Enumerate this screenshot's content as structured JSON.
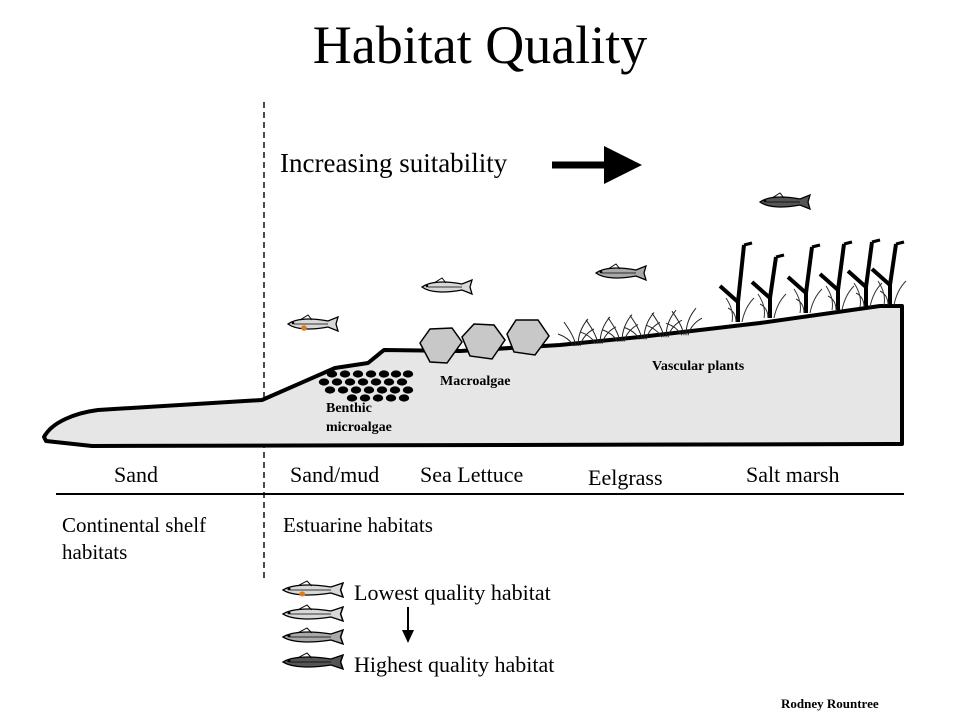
{
  "title": "Habitat Quality",
  "arrow_label": "Increasing suitability",
  "profile_labels": {
    "benthic": "Benthic microalgae",
    "macroalgae": "Macroalgae",
    "vascular": "Vascular plants"
  },
  "habitats": [
    "Sand",
    "Sand/mud",
    "Sea Lettuce",
    "Eelgrass",
    "Salt marsh"
  ],
  "zones": {
    "shelf": "Continental shelf habitats",
    "estuarine": "Estuarine habitats"
  },
  "legend": {
    "low": "Lowest quality habitat",
    "high": "Highest quality habitat",
    "levels": 4
  },
  "credit": "Rodney Rountree",
  "colors": {
    "seabed_fill": "#e6e6e6",
    "macroalgae_fill": "#c8c8c8",
    "fish_light": "#d8d8d8",
    "fish_mid": "#a9a9a9",
    "fish_dark": "#555555",
    "fish_accent": "#e07b1a"
  }
}
